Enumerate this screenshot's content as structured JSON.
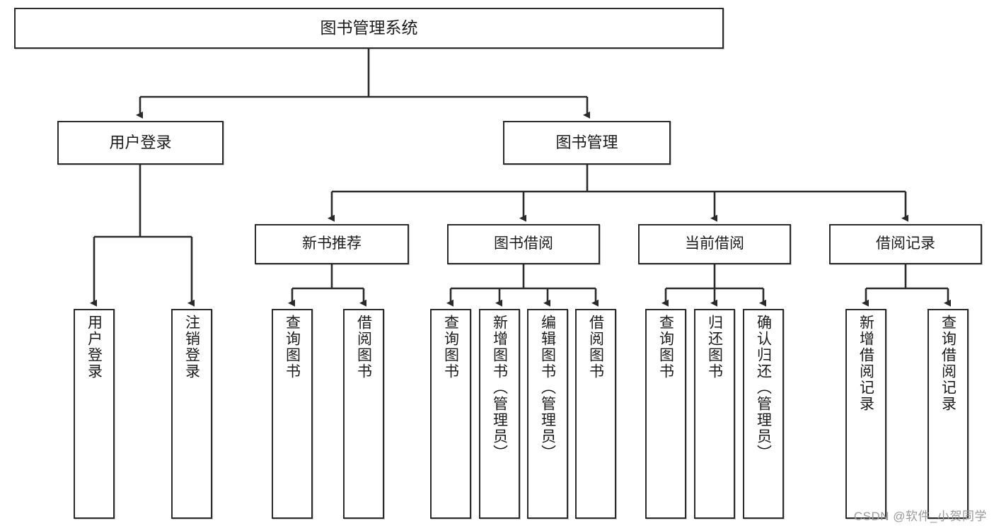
{
  "diagram": {
    "title": "图书管理系统",
    "type": "tree-hierarchy-diagram",
    "watermark": "CSDN @软件_小贺同学",
    "colors": {
      "stroke": "#2b2b2b",
      "fill": "#ffffff",
      "text": "#1b1b1b",
      "watermark": "#9a9a9a"
    },
    "root": {
      "label": "图书管理系统"
    },
    "level1": [
      {
        "id": "user-login",
        "label": "用户登录"
      },
      {
        "id": "book-manage",
        "label": "图书管理"
      }
    ],
    "level2": [
      {
        "id": "new-book-rec",
        "label": "新书推荐"
      },
      {
        "id": "book-borrow",
        "label": "图书借阅"
      },
      {
        "id": "current-borrow",
        "label": "当前借阅"
      },
      {
        "id": "borrow-record",
        "label": "借阅记录"
      }
    ],
    "leaves": {
      "user-login": [
        {
          "id": "leaf-user-login",
          "label": "用户登录"
        },
        {
          "id": "leaf-logout",
          "label": "注销登录"
        }
      ],
      "new-book-rec": [
        {
          "id": "leaf-query-book-1",
          "label": "查询图书"
        },
        {
          "id": "leaf-borrow-book-1",
          "label": "借阅图书"
        }
      ],
      "book-borrow": [
        {
          "id": "leaf-query-book-2",
          "label": "查询图书"
        },
        {
          "id": "leaf-add-book",
          "label": "新增图书（管理员）"
        },
        {
          "id": "leaf-edit-book",
          "label": "编辑图书（管理员）"
        },
        {
          "id": "leaf-borrow-book-2",
          "label": "借阅图书"
        }
      ],
      "current-borrow": [
        {
          "id": "leaf-query-book-3",
          "label": "查询图书"
        },
        {
          "id": "leaf-return-book",
          "label": "归还图书"
        },
        {
          "id": "leaf-confirm-return",
          "label": "确认归还（管理员）"
        }
      ],
      "borrow-record": [
        {
          "id": "leaf-add-record",
          "label": "新增借阅记录"
        },
        {
          "id": "leaf-query-record",
          "label": "查询借阅记录"
        }
      ]
    }
  }
}
